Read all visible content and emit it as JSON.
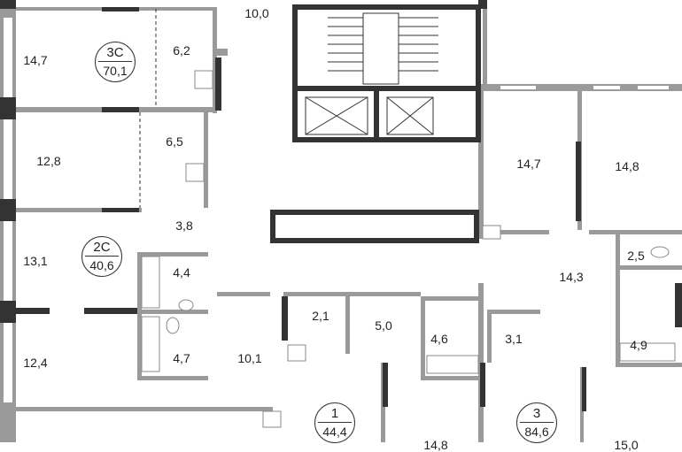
{
  "colors": {
    "wall": "#9a9a9a",
    "bearing_wall": "#333333",
    "fixture": "#888888"
  },
  "rooms": [
    {
      "id": "r1",
      "area": "14,7"
    },
    {
      "id": "r2",
      "area": "6,2"
    },
    {
      "id": "r3",
      "area": "10,0"
    },
    {
      "id": "r4",
      "area": "12,8"
    },
    {
      "id": "r5",
      "area": "6,5"
    },
    {
      "id": "r6",
      "area": "3,8"
    },
    {
      "id": "r7",
      "area": "13,1"
    },
    {
      "id": "r8",
      "area": "4,4"
    },
    {
      "id": "r9",
      "area": "4,7"
    },
    {
      "id": "r10",
      "area": "12,4"
    },
    {
      "id": "r11",
      "area": "10,1"
    },
    {
      "id": "r12",
      "area": "2,1"
    },
    {
      "id": "r13",
      "area": "5,0"
    },
    {
      "id": "r14",
      "area": "4,6"
    },
    {
      "id": "r15",
      "area": "3,1"
    },
    {
      "id": "r16",
      "area": "14,7"
    },
    {
      "id": "r17",
      "area": "14,8"
    },
    {
      "id": "r18",
      "area": "14,3"
    },
    {
      "id": "r19",
      "area": "2,5"
    },
    {
      "id": "r20",
      "area": "4,9"
    },
    {
      "id": "r21",
      "area": "14,8"
    },
    {
      "id": "r22",
      "area": "15,0"
    }
  ],
  "apartments": [
    {
      "type": "3С",
      "area": "70,1"
    },
    {
      "type": "2С",
      "area": "40,6"
    },
    {
      "type": "1",
      "area": "44,4"
    },
    {
      "type": "3",
      "area": "84,6"
    }
  ]
}
